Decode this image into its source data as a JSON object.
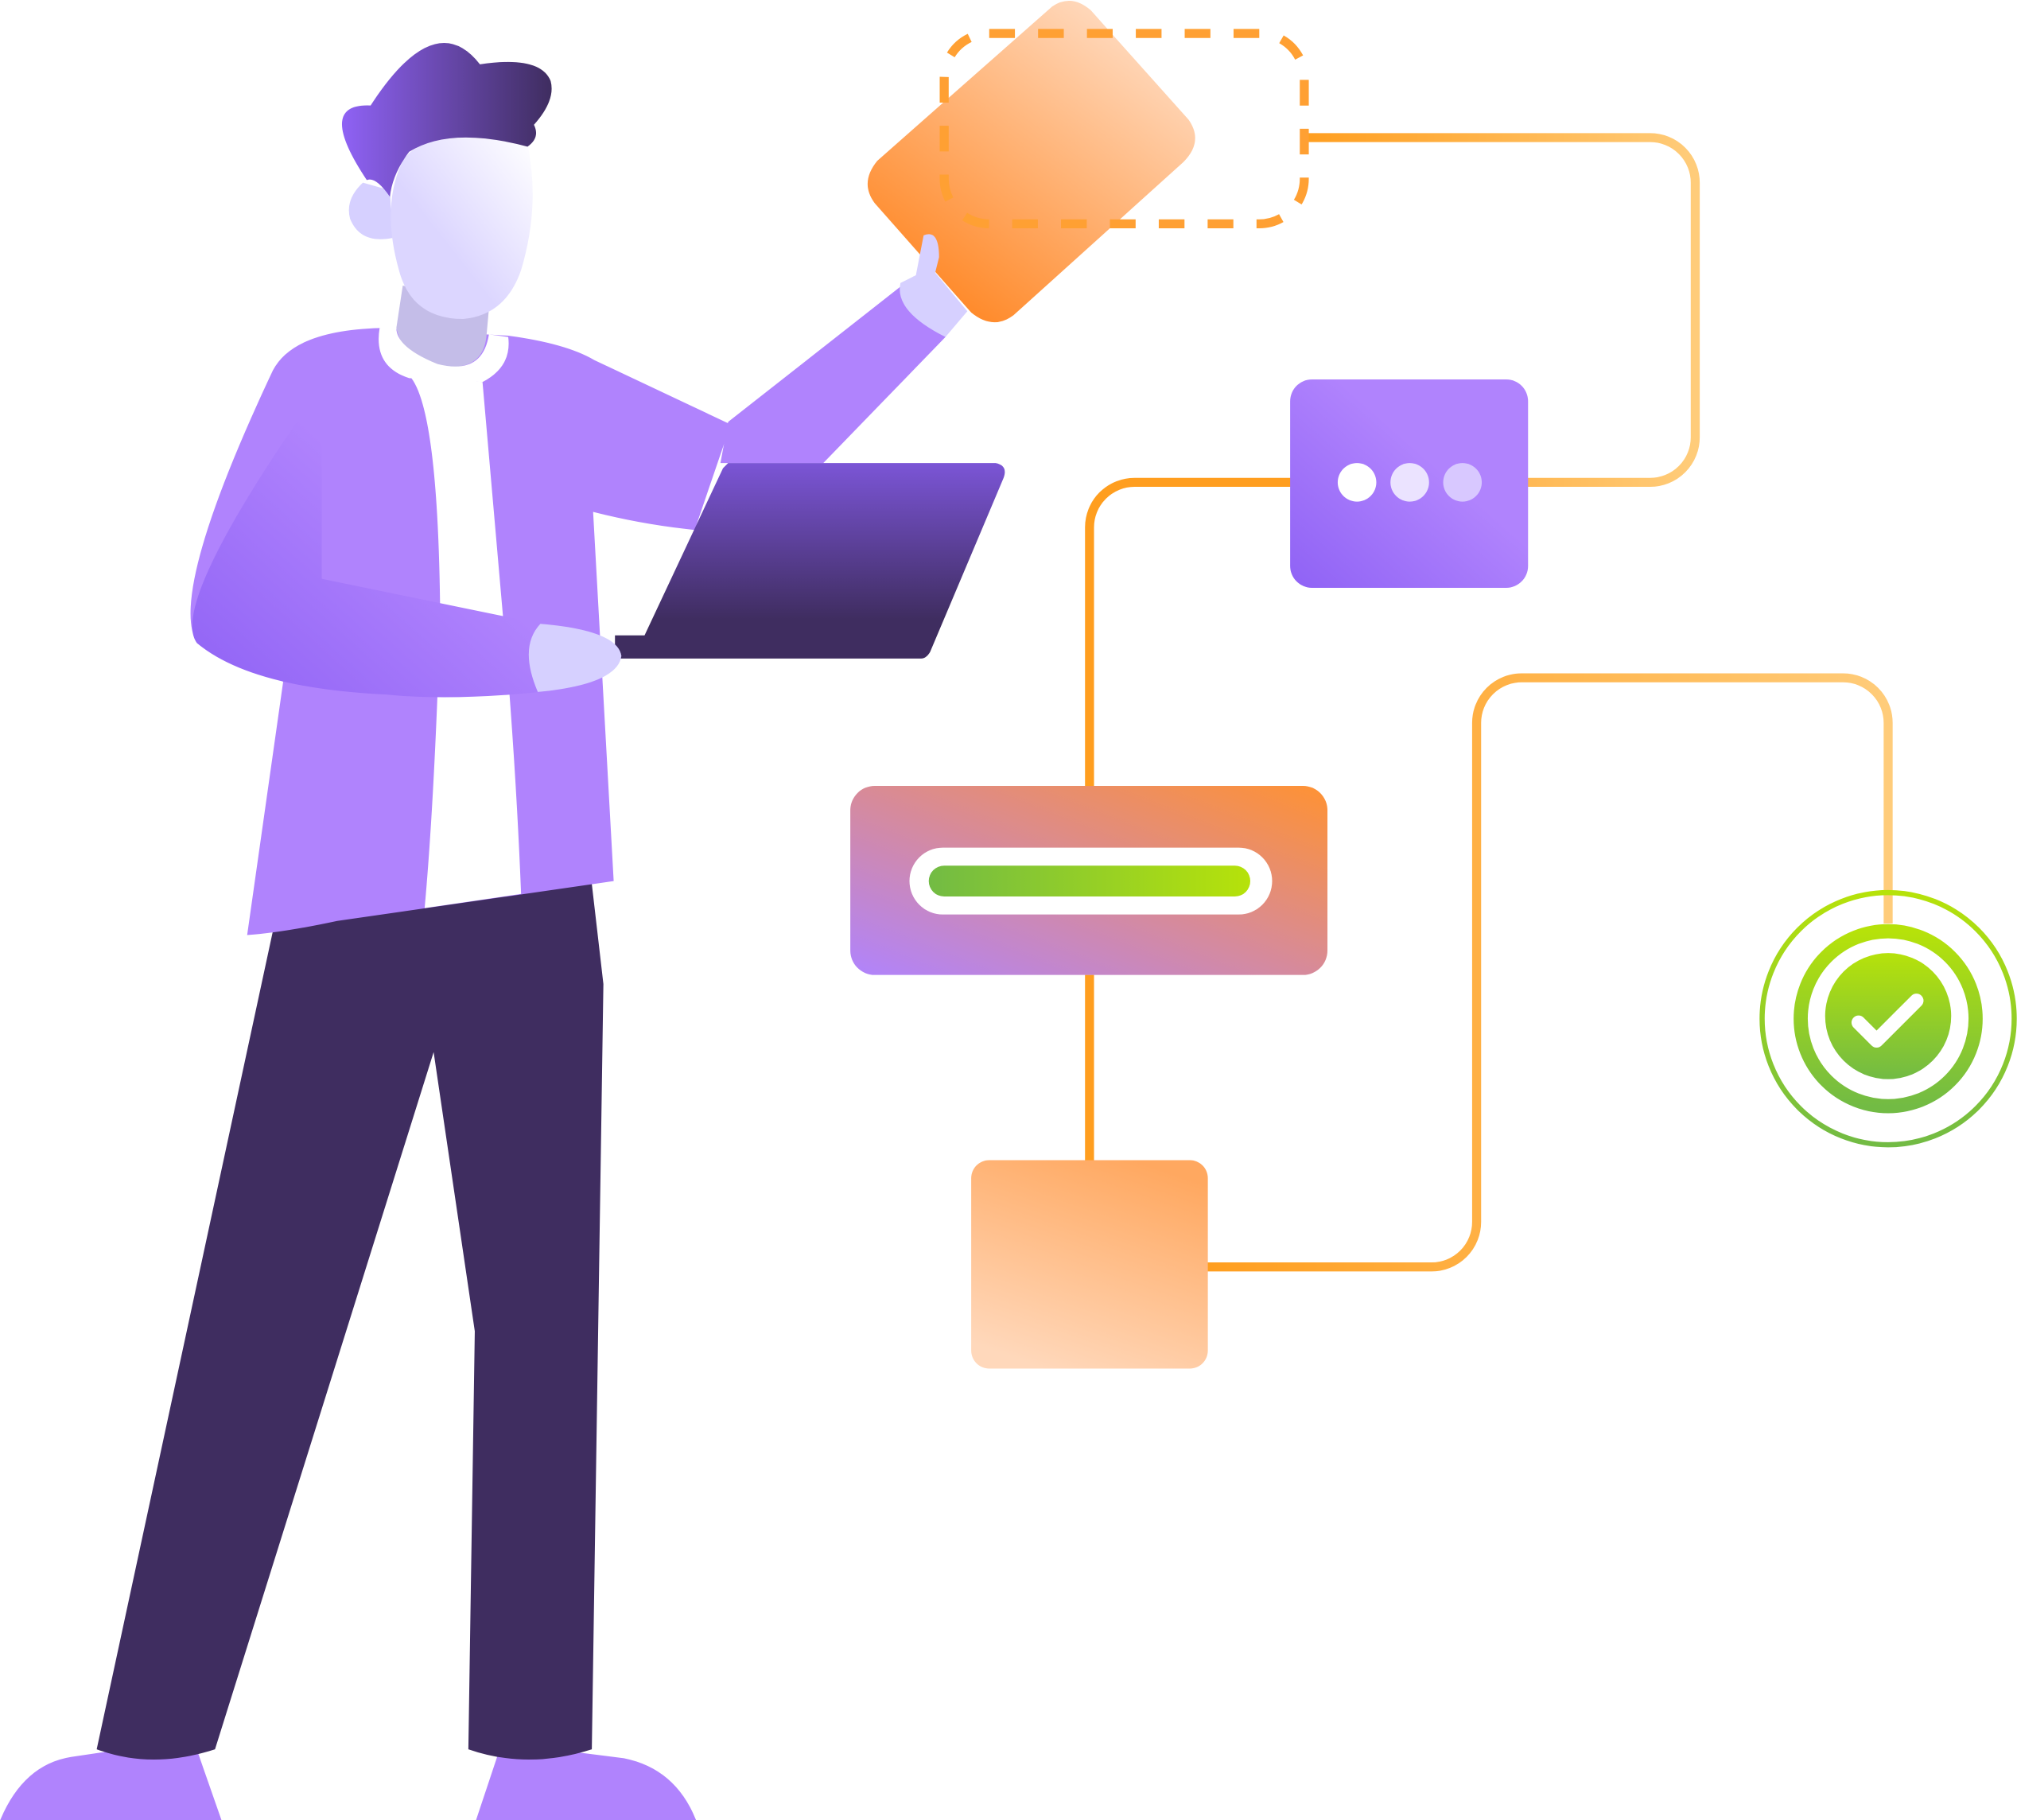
{
  "illustration": {
    "colors": {
      "purple": "#b083fd",
      "purple_dark": "#8f62f5",
      "navy": "#3f2d60",
      "orange": "#ff9233",
      "peach": "#ffd4b2",
      "lavender": "#d6d0ff",
      "green": "#72bb44",
      "lime": "#b6e20a",
      "connector_orange": "#ff9e1f",
      "connector_light": "#ffcc7a"
    },
    "icons": [
      "person-with-laptop",
      "dots-card",
      "progress-card",
      "check-badge",
      "diamond-card",
      "plain-card"
    ],
    "progress_fraction": 1.0,
    "dots_count": 3
  }
}
